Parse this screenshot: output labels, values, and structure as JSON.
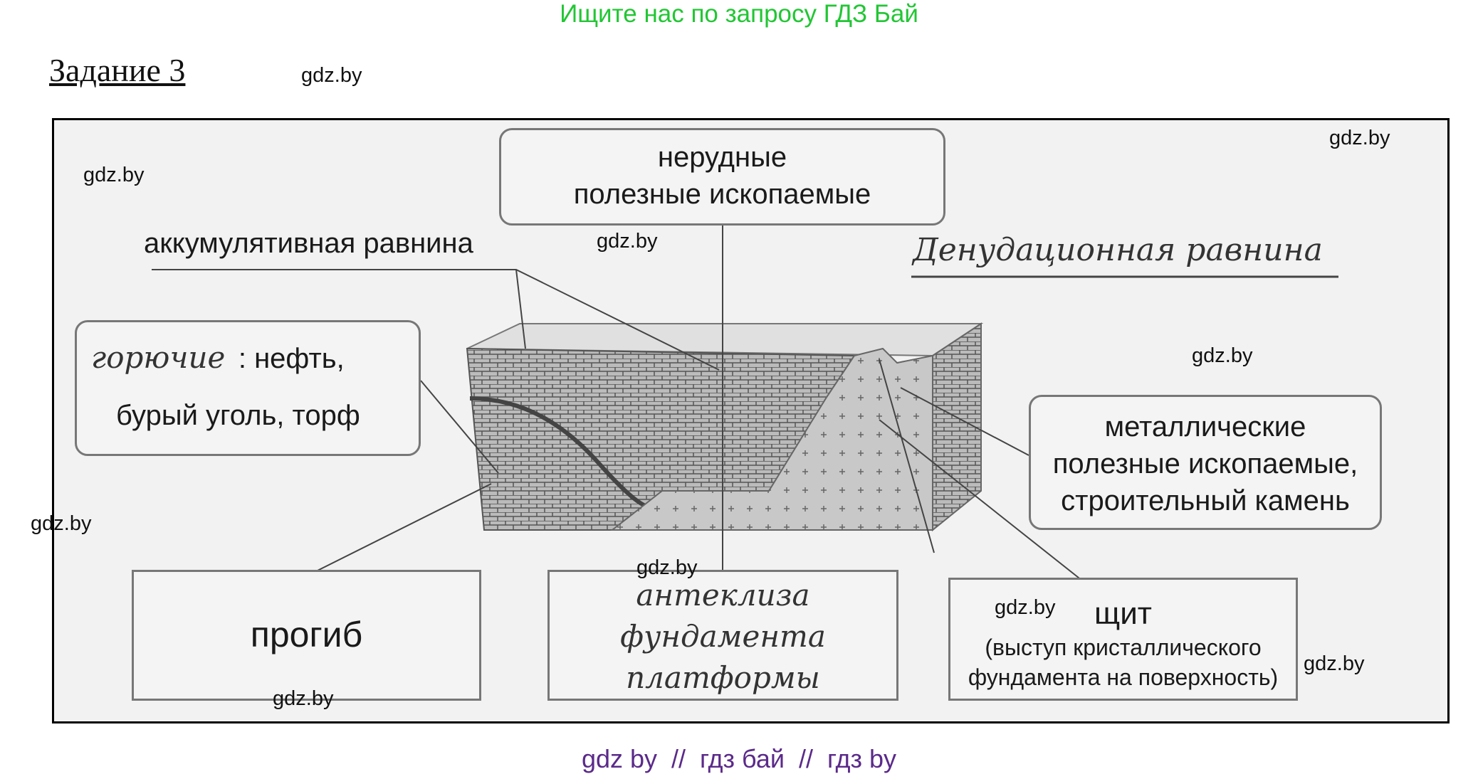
{
  "banner": "Ищите нас по запросу ГДЗ Бай",
  "task_title": "Задание 3",
  "watermark": "gdz.by",
  "diagram": {
    "nonmetal_box": [
      "нерудные",
      "полезные ископаемые"
    ],
    "accumulative_label": "аккумулятивная равнина",
    "denudation_label": "Денудационная равнина",
    "fuel_box": {
      "handwritten": "горючие",
      "line1": ": нефть,",
      "line2": "бурый уголь, торф"
    },
    "metal_box": [
      "металлические",
      "полезные ископаемые,",
      "строительный камень"
    ],
    "trough_box": "прогиб",
    "anteclise_box": [
      "антеклиза",
      "фундамента",
      "платформы"
    ],
    "shield_box": {
      "title": "щит",
      "line1": "(выступ кристаллического",
      "line2": "фундамента на поверхность)"
    }
  },
  "footer_links": "gdz by  //  гдз бай  //  гдз by",
  "colors": {
    "banner": "#22c634",
    "footer": "#5b2a8a"
  }
}
